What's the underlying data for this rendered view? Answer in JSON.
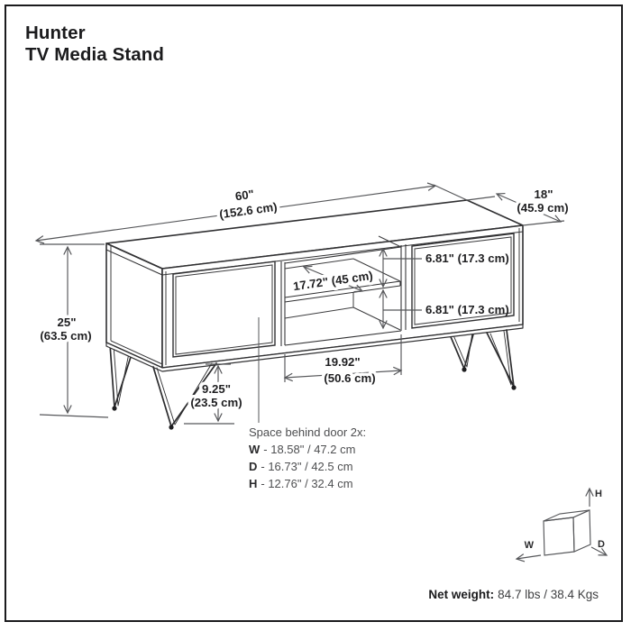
{
  "title": {
    "line1": "Hunter",
    "line2": "TV Media Stand"
  },
  "dims": {
    "width_in": "60\"",
    "width_cm": "(152.6 cm)",
    "depth_in": "18\"",
    "depth_cm": "(45.9 cm)",
    "height_in": "25\"",
    "height_cm": "(63.5 cm)",
    "shelf_depth": "17.72\" (45 cm)",
    "cubby_top": "6.81\" (17.3 cm)",
    "cubby_bottom": "6.81\" (17.3 cm)",
    "opening_in": "19.92\"",
    "opening_cm": "(50.6 cm)",
    "leg_in": "9.25\"",
    "leg_cm": "(23.5 cm)"
  },
  "space_behind_door": {
    "title": "Space behind door 2x:",
    "rows": [
      {
        "key": "W",
        "value": "- 18.58\" / 47.2 cm"
      },
      {
        "key": "D",
        "value": "- 16.73\" / 42.5 cm"
      },
      {
        "key": "H",
        "value": "- 12.76\" / 32.4 cm"
      }
    ]
  },
  "axis_cube": {
    "w": "W",
    "d": "D",
    "h": "H"
  },
  "net_weight": {
    "label": "Net weight:",
    "value": "84.7 lbs / 38.4 Kgs"
  },
  "colors": {
    "line": "#303032",
    "dim": "#56575a",
    "text": "#1e1e20",
    "muted": "#4e4f51"
  }
}
